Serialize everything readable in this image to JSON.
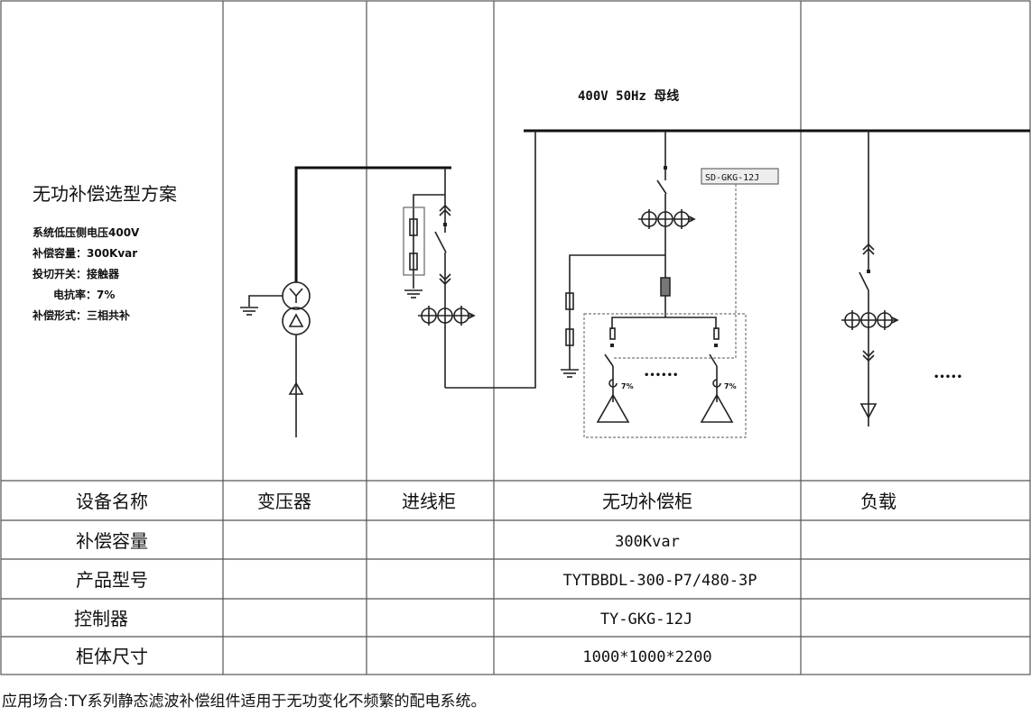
{
  "scheme": {
    "title": "无功补偿选型方案",
    "lines": [
      "系统低压侧电压400V",
      "补偿容量：300Kvar",
      "投切开关：接触器",
      "电抗率：7%",
      "补偿形式：三相共补"
    ]
  },
  "diagram": {
    "bus_label": "400V 50Hz 母线",
    "controller_label": "SD-GKG-12J",
    "reactance_label": "7%",
    "ellipsis": "••••••",
    "load_ellipsis": "•••••"
  },
  "table": {
    "rows": [
      {
        "header": "设备名称",
        "cells": [
          "变压器",
          "进线柜",
          "无功补偿柜",
          "负载"
        ]
      },
      {
        "header": "补偿容量",
        "cells": [
          "",
          "",
          "300Kvar",
          ""
        ]
      },
      {
        "header": "产品型号",
        "cells": [
          "",
          "",
          "TYTBBDL-300-P7/480-3P",
          ""
        ]
      },
      {
        "header": "控制器",
        "cells": [
          "",
          "",
          "TY-GKG-12J",
          ""
        ]
      },
      {
        "header": "柜体尺寸",
        "cells": [
          "",
          "",
          "1000*1000*2200",
          ""
        ]
      }
    ]
  },
  "footer": "应用场合:TY系列静态滤波补偿组件适用于无功变化不频繁的配电系统。"
}
